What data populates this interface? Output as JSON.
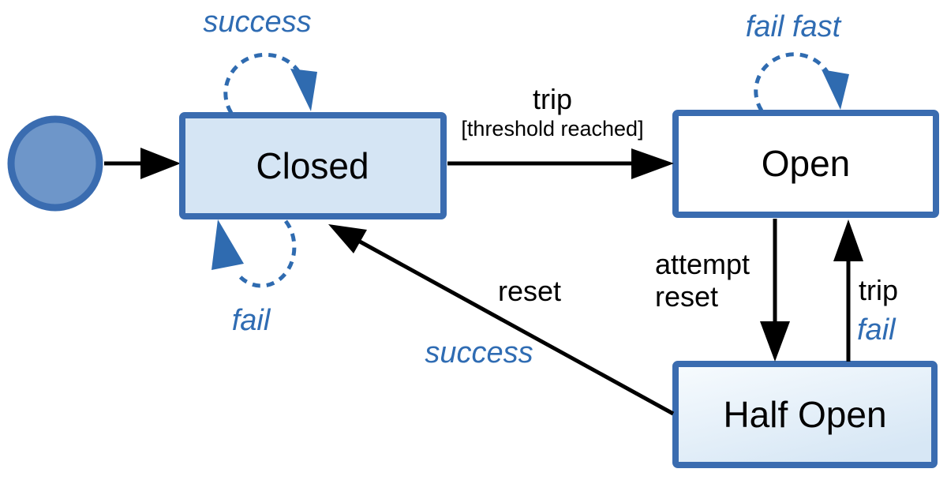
{
  "colors": {
    "state_border": "#3a6cb0",
    "closed_fill": "#d5e5f4",
    "open_fill": "#ffffff",
    "half_open_fill_top": "#f7fbfe",
    "half_open_fill_bottom": "#d7e7f5",
    "initial_fill": "#6e96c9",
    "self_transition_blue": "#2f6bb0",
    "transition_black": "#000000"
  },
  "states": {
    "closed": {
      "label": "Closed"
    },
    "open": {
      "label": "Open"
    },
    "half_open": {
      "label": "Half Open"
    }
  },
  "transitions": {
    "closed_to_open": {
      "label": "trip",
      "guard": "[threshold reached]"
    },
    "open_to_half_open": {
      "label_line1": "attempt",
      "label_line2": "reset"
    },
    "half_open_to_open": {
      "label": "trip",
      "outcome": "fail"
    },
    "half_open_to_closed": {
      "label": "reset",
      "outcome": "success"
    },
    "closed_self_loop_top": {
      "label": "success"
    },
    "closed_self_loop_bottom": {
      "label": "fail"
    },
    "open_self_loop": {
      "label": "fail fast"
    }
  }
}
